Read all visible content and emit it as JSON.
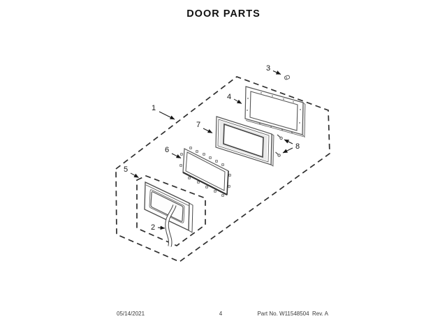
{
  "title": "DOOR PARTS",
  "footer": {
    "date": "05/14/2021",
    "page": "4",
    "part_info": "Part No. W11548504  Rev. A"
  },
  "callouts": [
    "1",
    "2",
    "3",
    "4",
    "5",
    "6",
    "7",
    "8"
  ],
  "colors": {
    "background": "#ffffff",
    "line_art": "#4f4f4f",
    "text": "#161616"
  }
}
